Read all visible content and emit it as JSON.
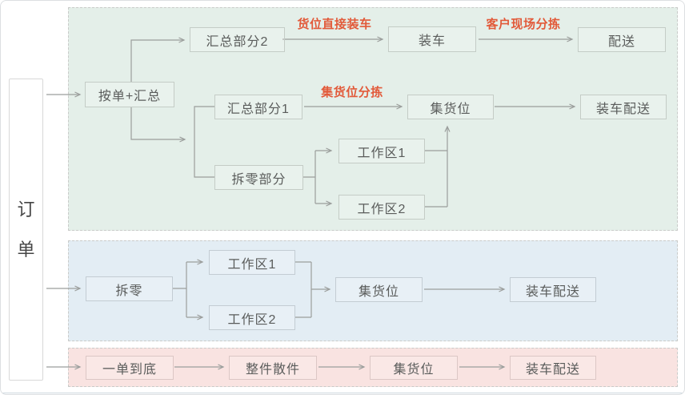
{
  "diagram": {
    "source": {
      "label": "订单"
    },
    "green_region": {
      "node_order_summary": "按单+汇总",
      "node_summary_part2": "汇总部分2",
      "label_direct_loading": "货位直接装车",
      "node_loading": "装车",
      "label_customer_onsite_sorting": "客户现场分拣",
      "node_delivery": "配送",
      "node_summary_part1": "汇总部分1",
      "label_staging_slot_sorting": "集货位分拣",
      "node_staging_slot": "集货位",
      "node_load_delivery": "装车配送",
      "node_split_part": "拆零部分",
      "node_workzone1": "工作区1",
      "node_workzone2": "工作区2"
    },
    "blue_region": {
      "node_split": "拆零",
      "node_workzone1": "工作区1",
      "node_workzone2": "工作区2",
      "node_staging_slot": "集货位",
      "node_load_delivery": "装车配送"
    },
    "pink_region": {
      "node_single_order": "一单到底",
      "node_whole_loose": "整件散件",
      "node_staging_slot": "集货位",
      "node_load_delivery": "装车配送"
    }
  },
  "colors": {
    "accent_red": "#e25a3a",
    "green_bg": "#e4efe9",
    "blue_bg": "#e3edf4",
    "pink_bg": "#f9e3e1",
    "region_border": "#c9cbc9",
    "green_box_border": "#c4ccc6",
    "blue_box_border": "#c3ccd3",
    "pink_box_border": "#dcc7c5",
    "node_text": "#5a5c5b",
    "arrow": "#9b9e9c",
    "order_box_border": "#d8d8d8",
    "order_text": "#454545",
    "card_border": "#dcdfe2",
    "bottom_line": "#ccd6de"
  }
}
